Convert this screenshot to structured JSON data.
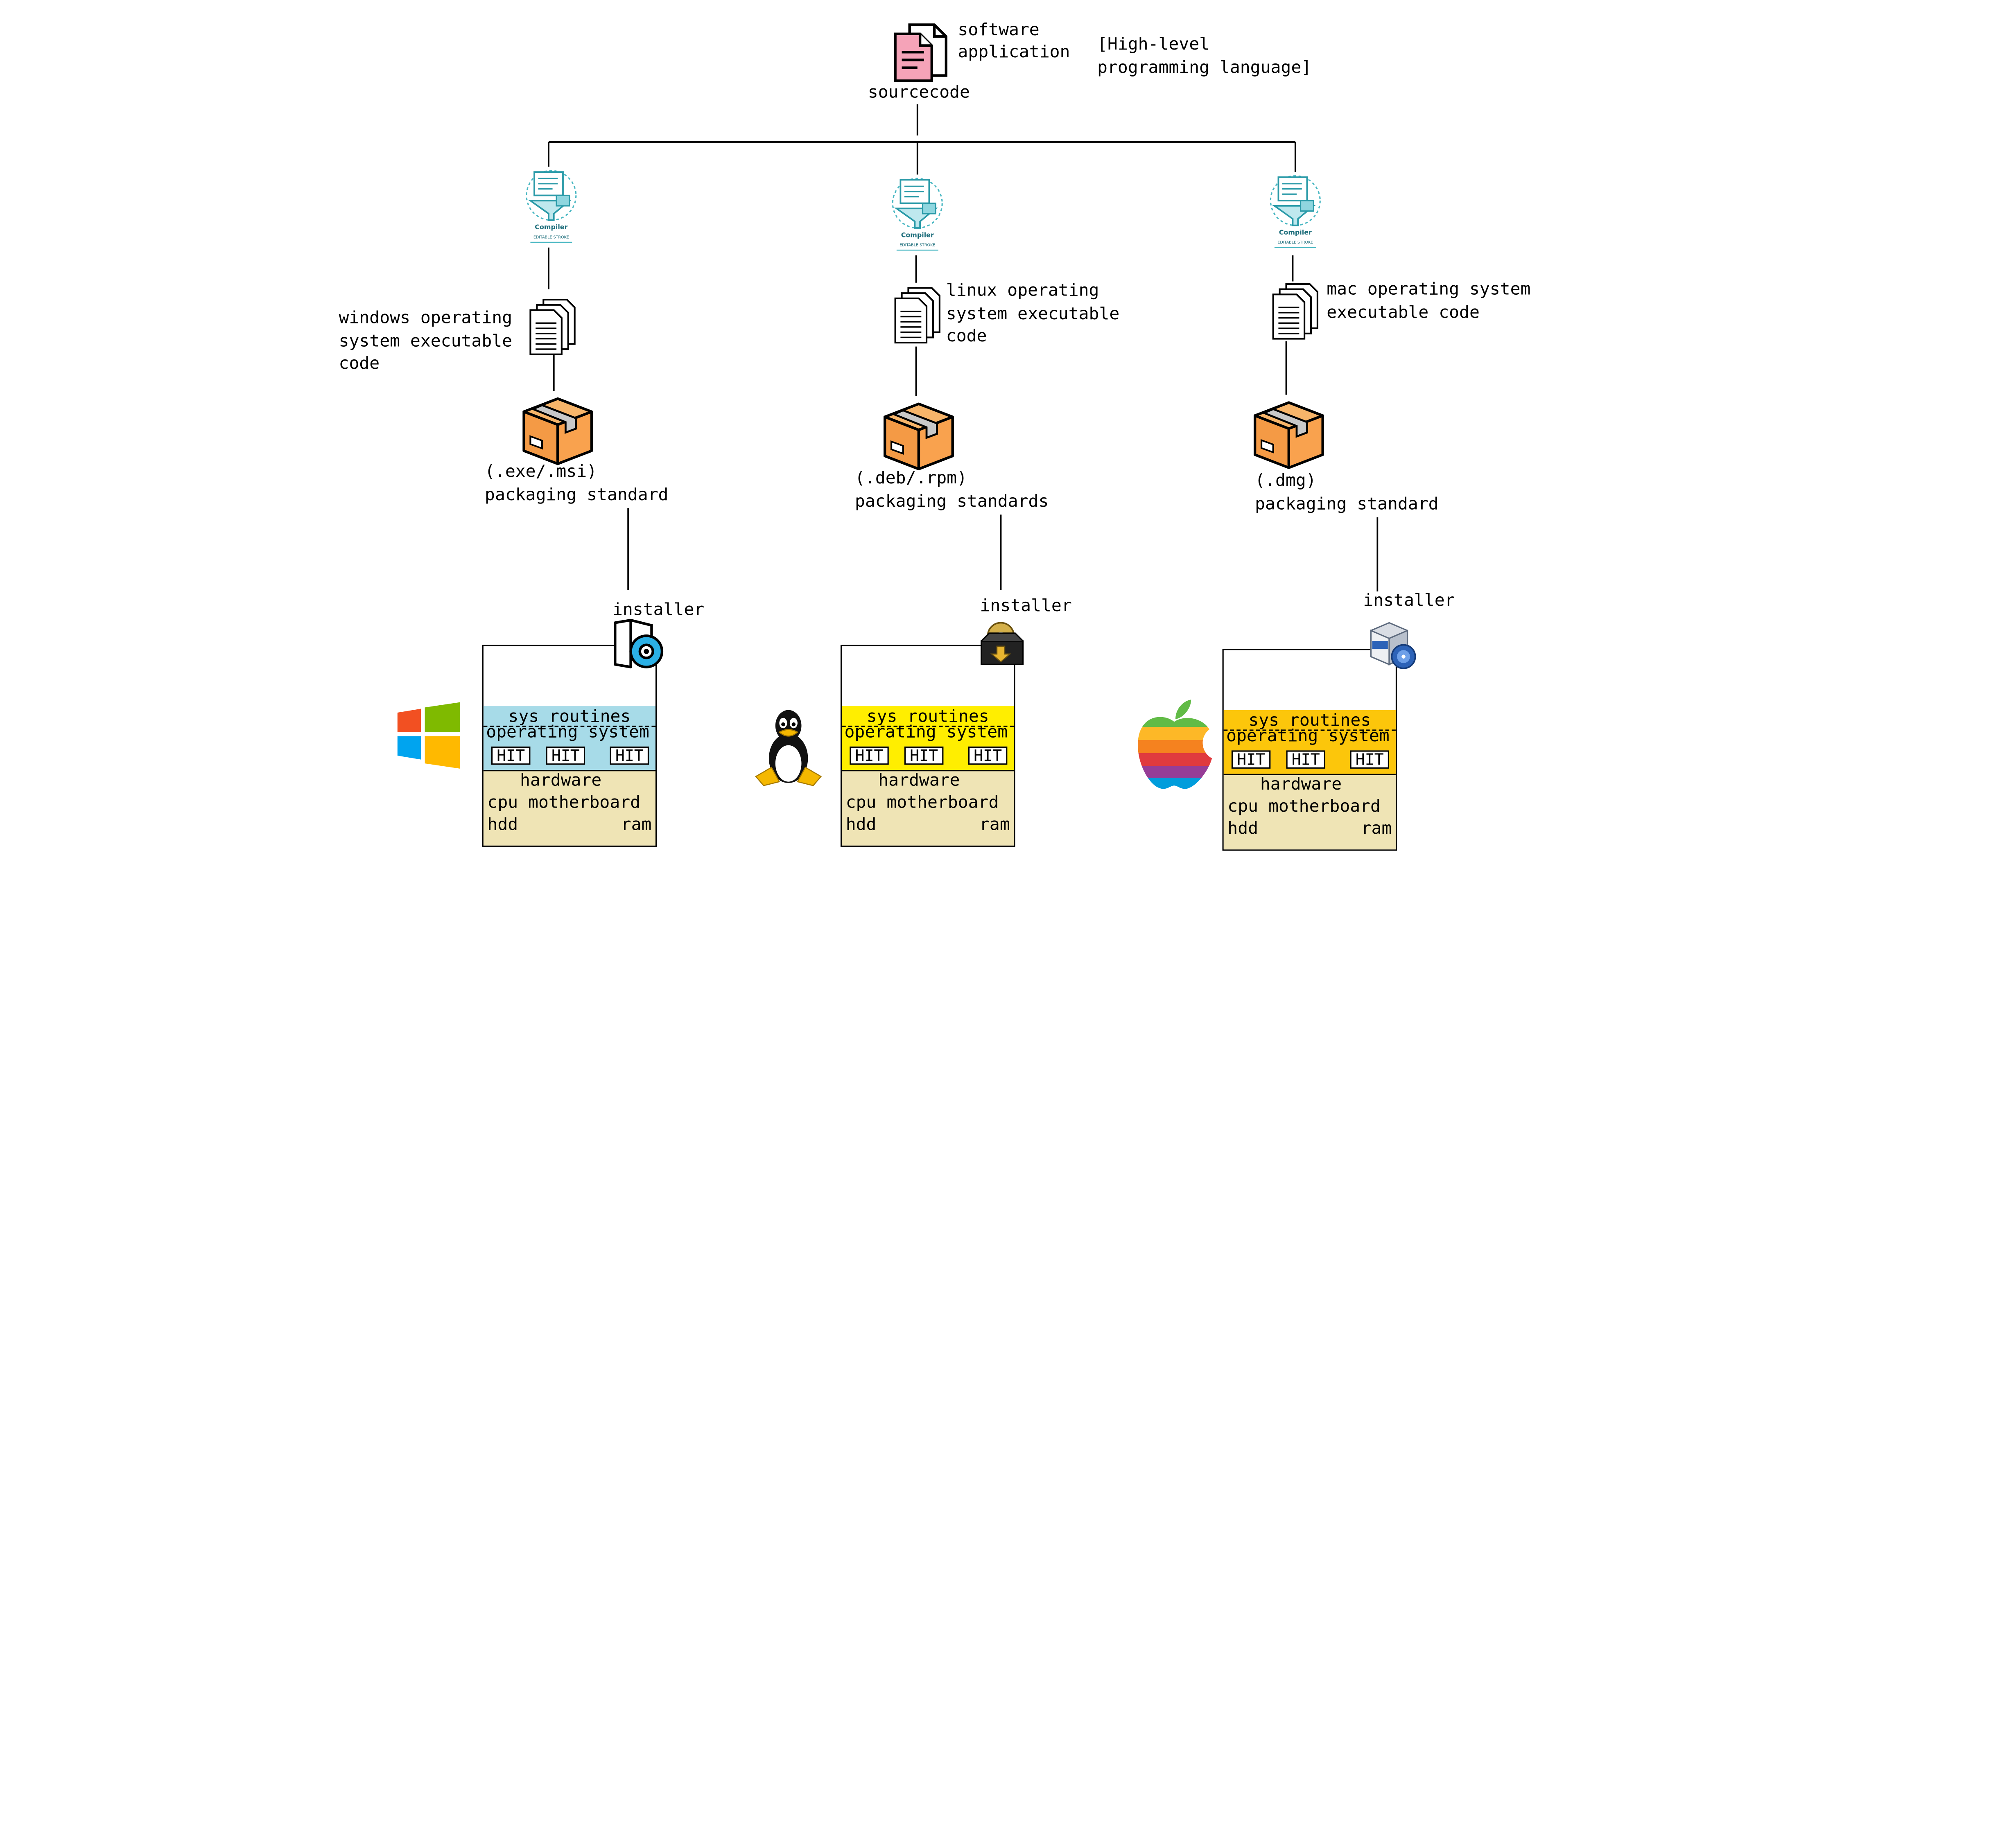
{
  "diagram": {
    "source": {
      "app_label_1": "software",
      "app_label_2": "application",
      "language_label_1": "[High-level",
      "language_label_2": "programming language]",
      "sourcecode_label": "sourcecode"
    },
    "compiler": {
      "name": "Compiler",
      "caption": "EDITABLE STROKE"
    },
    "platforms": [
      {
        "id": "windows",
        "exec_lines": [
          "windows operating",
          "system executable",
          "code"
        ],
        "pkg_lines": [
          "(.exe/.msi)",
          "packaging standard"
        ],
        "installer": "installer",
        "os_color": "#a7dbe8",
        "stack": {
          "sys": "sys routines",
          "os": "operating system",
          "hits": [
            "HIT",
            "HIT",
            "HIT"
          ],
          "hw": "hardware",
          "hw2": "cpu motherboard",
          "hdd": "hdd",
          "ram": "ram"
        }
      },
      {
        "id": "linux",
        "exec_lines": [
          "linux operating",
          "system executable",
          "code"
        ],
        "pkg_lines": [
          "(.deb/.rpm)",
          "packaging standards"
        ],
        "installer": "installer",
        "os_color": "#ffee00",
        "stack": {
          "sys": "sys routines",
          "os": "operating system",
          "hits": [
            "HIT",
            "HIT",
            "HIT"
          ],
          "hw": "hardware",
          "hw2": "cpu motherboard",
          "hdd": "hdd",
          "ram": "ram"
        }
      },
      {
        "id": "mac",
        "exec_lines": [
          "mac operating system",
          "executable code"
        ],
        "pkg_lines": [
          "(.dmg)",
          "packaging standard"
        ],
        "installer": "installer",
        "os_color": "#fcc60b",
        "stack": {
          "sys": "sys routines",
          "os": "operating system",
          "hits": [
            "HIT",
            "HIT",
            "HIT"
          ],
          "hw": "hardware",
          "hw2": "cpu motherboard",
          "hdd": "hdd",
          "ram": "ram"
        }
      }
    ],
    "icons": {
      "source_file": "pink-document-icon",
      "compiler": "compiler-icon",
      "executable": "stacked-documents-icon",
      "package": "package-box-icon",
      "installers": [
        "cd-installer-icon",
        "box-installer-icon",
        "package-installer-icon"
      ],
      "os_logos": [
        "windows-logo",
        "linux-tux-logo",
        "apple-logo"
      ]
    }
  }
}
